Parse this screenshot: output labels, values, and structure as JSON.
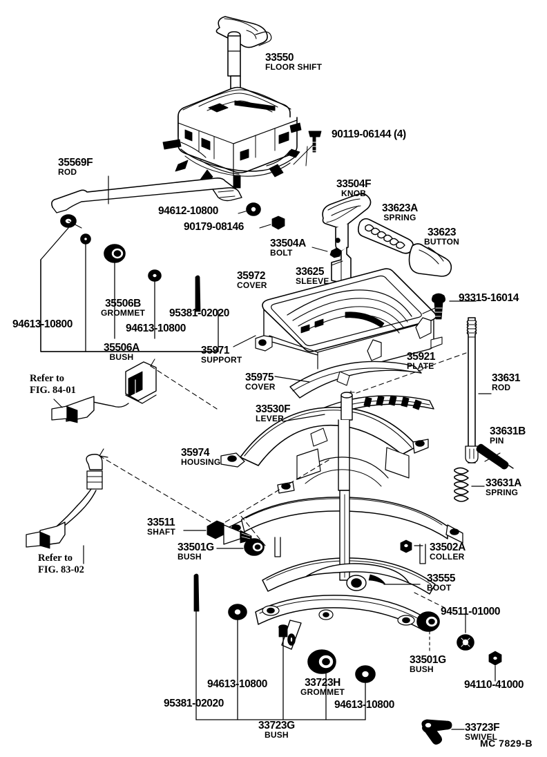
{
  "diagram": {
    "footer_code": "MC  7829-B",
    "parts": [
      {
        "id": "p33550",
        "number": "33550",
        "name": "FLOOR SHIFT"
      },
      {
        "id": "p90119",
        "number": "90119-06144 (4)",
        "name": ""
      },
      {
        "id": "p35569F",
        "number": "35569F",
        "name": "ROD"
      },
      {
        "id": "p94612",
        "number": "94612-10800",
        "name": ""
      },
      {
        "id": "p90179",
        "number": "90179-08146",
        "name": ""
      },
      {
        "id": "p94613a",
        "number": "94613-10800",
        "name": ""
      },
      {
        "id": "p35506B",
        "number": "35506B",
        "name": "GROMMET"
      },
      {
        "id": "p94613b",
        "number": "94613-10800",
        "name": ""
      },
      {
        "id": "p95381a",
        "number": "95381-02020",
        "name": ""
      },
      {
        "id": "p35506A",
        "number": "35506A",
        "name": "BUSH"
      },
      {
        "id": "p33504F",
        "number": "33504F",
        "name": "KNOB"
      },
      {
        "id": "p33623A",
        "number": "33623A",
        "name": "SPRING"
      },
      {
        "id": "p33623",
        "number": "33623",
        "name": "BUTTON"
      },
      {
        "id": "p33504A",
        "number": "33504A",
        "name": "BOLT"
      },
      {
        "id": "p33625",
        "number": "33625",
        "name": "SLEEVE"
      },
      {
        "id": "p35972",
        "number": "35972",
        "name": "COVER"
      },
      {
        "id": "p93315",
        "number": "93315-16014",
        "name": ""
      },
      {
        "id": "p35971",
        "number": "35971",
        "name": "SUPPORT"
      },
      {
        "id": "p35975",
        "number": "35975",
        "name": "COVER"
      },
      {
        "id": "p35921",
        "number": "35921",
        "name": "PLATE"
      },
      {
        "id": "p33631",
        "number": "33631",
        "name": "ROD"
      },
      {
        "id": "p33631B",
        "number": "33631B",
        "name": "PIN"
      },
      {
        "id": "p33631A",
        "number": "33631A",
        "name": "SPRING"
      },
      {
        "id": "p33530F",
        "number": "33530F",
        "name": "LEVER"
      },
      {
        "id": "p35974",
        "number": "35974",
        "name": "HOUSING"
      },
      {
        "id": "p33511",
        "number": "33511",
        "name": "SHAFT"
      },
      {
        "id": "p33501Ga",
        "number": "33501G",
        "name": "BUSH"
      },
      {
        "id": "p33502A",
        "number": "33502A",
        "name": "COLLER"
      },
      {
        "id": "p33555",
        "number": "33555",
        "name": "BOOT"
      },
      {
        "id": "p94511",
        "number": "94511-01000",
        "name": ""
      },
      {
        "id": "p33501Gb",
        "number": "33501G",
        "name": "BUSH"
      },
      {
        "id": "p94110",
        "number": "94110-41000",
        "name": ""
      },
      {
        "id": "p94613c",
        "number": "94613-10800",
        "name": ""
      },
      {
        "id": "p33723H",
        "number": "33723H",
        "name": "GROMMET"
      },
      {
        "id": "p94613d",
        "number": "94613-10800",
        "name": ""
      },
      {
        "id": "p95381b",
        "number": "95381-02020",
        "name": ""
      },
      {
        "id": "p33723G",
        "number": "33723G",
        "name": "BUSH"
      },
      {
        "id": "p33723F",
        "number": "33723F",
        "name": "SWIVEL"
      }
    ],
    "references": [
      {
        "id": "ref8401",
        "line1": "Refer to",
        "line2": "FIG. 84-01"
      },
      {
        "id": "ref8302",
        "line1": "Refer to",
        "line2": "FIG. 83-02"
      }
    ]
  }
}
